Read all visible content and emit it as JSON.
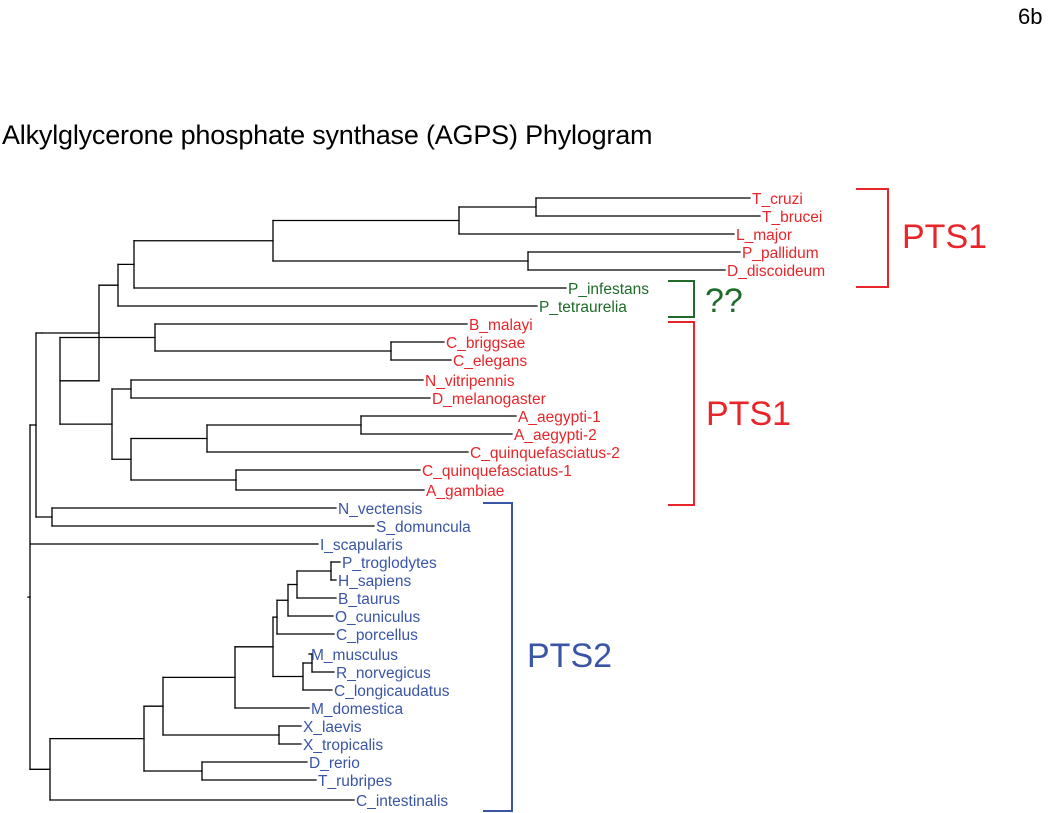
{
  "page_label": "6b",
  "title": "Alkylglycerone phosphate synthase (AGPS) Phylogram",
  "colors": {
    "pts1": "#e8252a",
    "unknown": "#1f6b2a",
    "pts2": "#3a55a5",
    "branch": "#000000"
  },
  "leaves": [
    {
      "label": "T_cruzi",
      "group": "pts1"
    },
    {
      "label": "T_brucei",
      "group": "pts1"
    },
    {
      "label": "L_major",
      "group": "pts1"
    },
    {
      "label": "P_pallidum",
      "group": "pts1"
    },
    {
      "label": "D_discoideum",
      "group": "pts1"
    },
    {
      "label": "P_infestans",
      "group": "unknown"
    },
    {
      "label": "P_tetraurelia",
      "group": "unknown"
    },
    {
      "label": "B_malayi",
      "group": "pts1"
    },
    {
      "label": "C_briggsae",
      "group": "pts1"
    },
    {
      "label": "C_elegans",
      "group": "pts1"
    },
    {
      "label": "N_vitripennis",
      "group": "pts1"
    },
    {
      "label": "D_melanogaster",
      "group": "pts1"
    },
    {
      "label": "A_aegypti-1",
      "group": "pts1"
    },
    {
      "label": "A_aegypti-2",
      "group": "pts1"
    },
    {
      "label": "C_quinquefasciatus-2",
      "group": "pts1"
    },
    {
      "label": "C_quinquefasciatus-1",
      "group": "pts1"
    },
    {
      "label": "A_gambiae",
      "group": "pts1"
    },
    {
      "label": "N_vectensis",
      "group": "pts2"
    },
    {
      "label": "S_domuncula",
      "group": "pts2"
    },
    {
      "label": "I_scapularis",
      "group": "pts2"
    },
    {
      "label": "P_troglodytes",
      "group": "pts2"
    },
    {
      "label": "H_sapiens",
      "group": "pts2"
    },
    {
      "label": "B_taurus",
      "group": "pts2"
    },
    {
      "label": "O_cuniculus",
      "group": "pts2"
    },
    {
      "label": "C_porcellus",
      "group": "pts2"
    },
    {
      "label": "M_musculus",
      "group": "pts2"
    },
    {
      "label": "R_norvegicus",
      "group": "pts2"
    },
    {
      "label": "C_longicaudatus",
      "group": "pts2"
    },
    {
      "label": "M_domestica",
      "group": "pts2"
    },
    {
      "label": "X_laevis",
      "group": "pts2"
    },
    {
      "label": "X_tropicalis",
      "group": "pts2"
    },
    {
      "label": "D_rerio",
      "group": "pts2"
    },
    {
      "label": "T_rubripes",
      "group": "pts2"
    },
    {
      "label": "C_intestinalis",
      "group": "pts2"
    }
  ],
  "groups": [
    {
      "label": "PTS1",
      "group": "pts1"
    },
    {
      "label": "??",
      "group": "unknown"
    },
    {
      "label": "PTS1",
      "group": "pts1"
    },
    {
      "label": "PTS2",
      "group": "pts2"
    }
  ]
}
